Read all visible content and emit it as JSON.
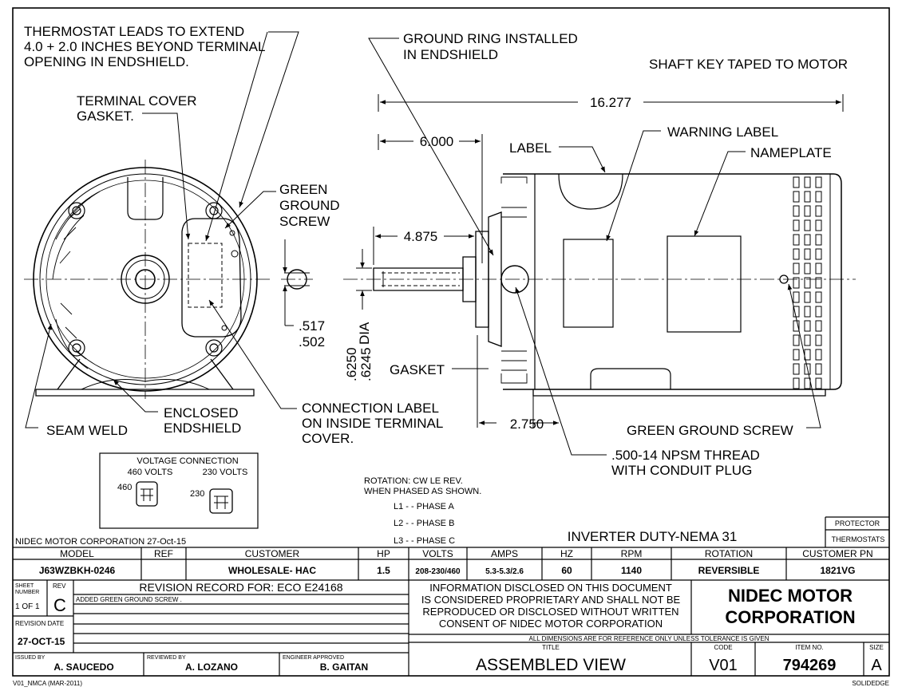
{
  "notes": {
    "thermostat": [
      "THERMOSTAT LEADS TO EXTEND",
      "4.0 + 2.0 INCHES BEYOND TERMINAL",
      "OPENING IN ENDSHIELD."
    ],
    "ground_ring": [
      "GROUND RING INSTALLED",
      "IN ENDSHIELD"
    ],
    "shaft_key": "SHAFT KEY TAPED TO MOTOR",
    "terminal_cover": [
      "TERMINAL COVER",
      "GASKET."
    ],
    "green_ground_screw_front": [
      "GREEN",
      "GROUND",
      "SCREW"
    ],
    "label": "LABEL",
    "warning_label": "WARNING LABEL",
    "nameplate": "NAMEPLATE",
    "gasket": "GASKET",
    "seam_weld": "SEAM WELD",
    "enclosed_endshield": [
      "ENCLOSED",
      "ENDSHIELD"
    ],
    "connection_label": [
      "CONNECTION LABEL",
      "ON INSIDE TERMINAL",
      "COVER."
    ],
    "green_ground_screw_side": "GREEN GROUND SCREW",
    "npsm": [
      ".500-14 NPSM THREAD",
      "WITH CONDUIT PLUG"
    ]
  },
  "dimensions": {
    "overall_length": "16.277",
    "shaft_to_face": "6.000",
    "shaft_length": "4.875",
    "foot_offset": "2.750",
    "key_width": [
      ".517",
      ".502"
    ],
    "shaft_dia": [
      ".6250",
      ".6245"
    ],
    "dia": "DIA"
  },
  "voltage_connection": {
    "title": "VOLTAGE CONNECTION",
    "v460": "460 VOLTS",
    "v230": "230 VOLTS",
    "tag460": "460",
    "tag230": "230"
  },
  "rotation_note": {
    "line1": "ROTATION:  CW LE REV.",
    "line2": "WHEN PHASED AS SHOWN.",
    "l1": "L1 - - PHASE A",
    "l2": "L2 - - PHASE B",
    "l3": "L3 - - PHASE C"
  },
  "title_block": {
    "company_date": "NIDEC MOTOR CORPORATION 27-Oct-15",
    "inverter": "INVERTER DUTY-NEMA 31",
    "protector_label": "PROTECTOR",
    "protector_value": "THERMOSTATS",
    "headers": [
      "MODEL",
      "REF",
      "CUSTOMER",
      "HP",
      "VOLTS",
      "AMPS",
      "HZ",
      "RPM",
      "ROTATION",
      "CUSTOMER PN"
    ],
    "values": [
      "J63WZBKH-0246",
      "",
      "WHOLESALE- HAC",
      "1.5",
      "208-230/460",
      "5.3-5.3/2.6",
      "60",
      "1140",
      "REVERSIBLE",
      "1821VG"
    ],
    "sheet_label": [
      "SHEET",
      "NUMBER"
    ],
    "sheet_value": "1 OF 1",
    "rev_label": "REV",
    "rev_value": "C",
    "revision_record": "REVISION RECORD FOR:  ECO  E24168",
    "revision_entry": "ADDED GREEN GROUND SCREW .",
    "revision_date_label": "REVISION DATE",
    "revision_date": "27-OCT-15",
    "proprietary": [
      "INFORMATION DISCLOSED ON THIS DOCUMENT",
      "IS CONSIDERED PROPRIETARY AND SHALL NOT BE",
      "REPRODUCED OR DISCLOSED WITHOUT WRITTEN",
      "CONSENT OF NIDEC MOTOR CORPORATION"
    ],
    "company": [
      "NIDEC MOTOR",
      "CORPORATION"
    ],
    "dim_note": "ALL DIMENSIONS ARE FOR REFERENCE ONLY UNLESS TOLERANCE IS GIVEN",
    "issued_by_label": "ISSUED BY",
    "issued_by": "A. SAUCEDO",
    "reviewed_by_label": "REVIEWED BY",
    "reviewed_by": "A. LOZANO",
    "engineer_label": "ENGINEER APPROVED",
    "engineer": "B. GAITAN",
    "title_label": "TITLE",
    "title": "ASSEMBLED VIEW",
    "code_label": "CODE",
    "code": "V01",
    "item_label": "ITEM NO.",
    "item": "794269",
    "size_label": "SIZE",
    "size": "A",
    "footer_left": "V01_NMCA (MAR-2011)",
    "footer_right": "SOLIDEDGE"
  }
}
